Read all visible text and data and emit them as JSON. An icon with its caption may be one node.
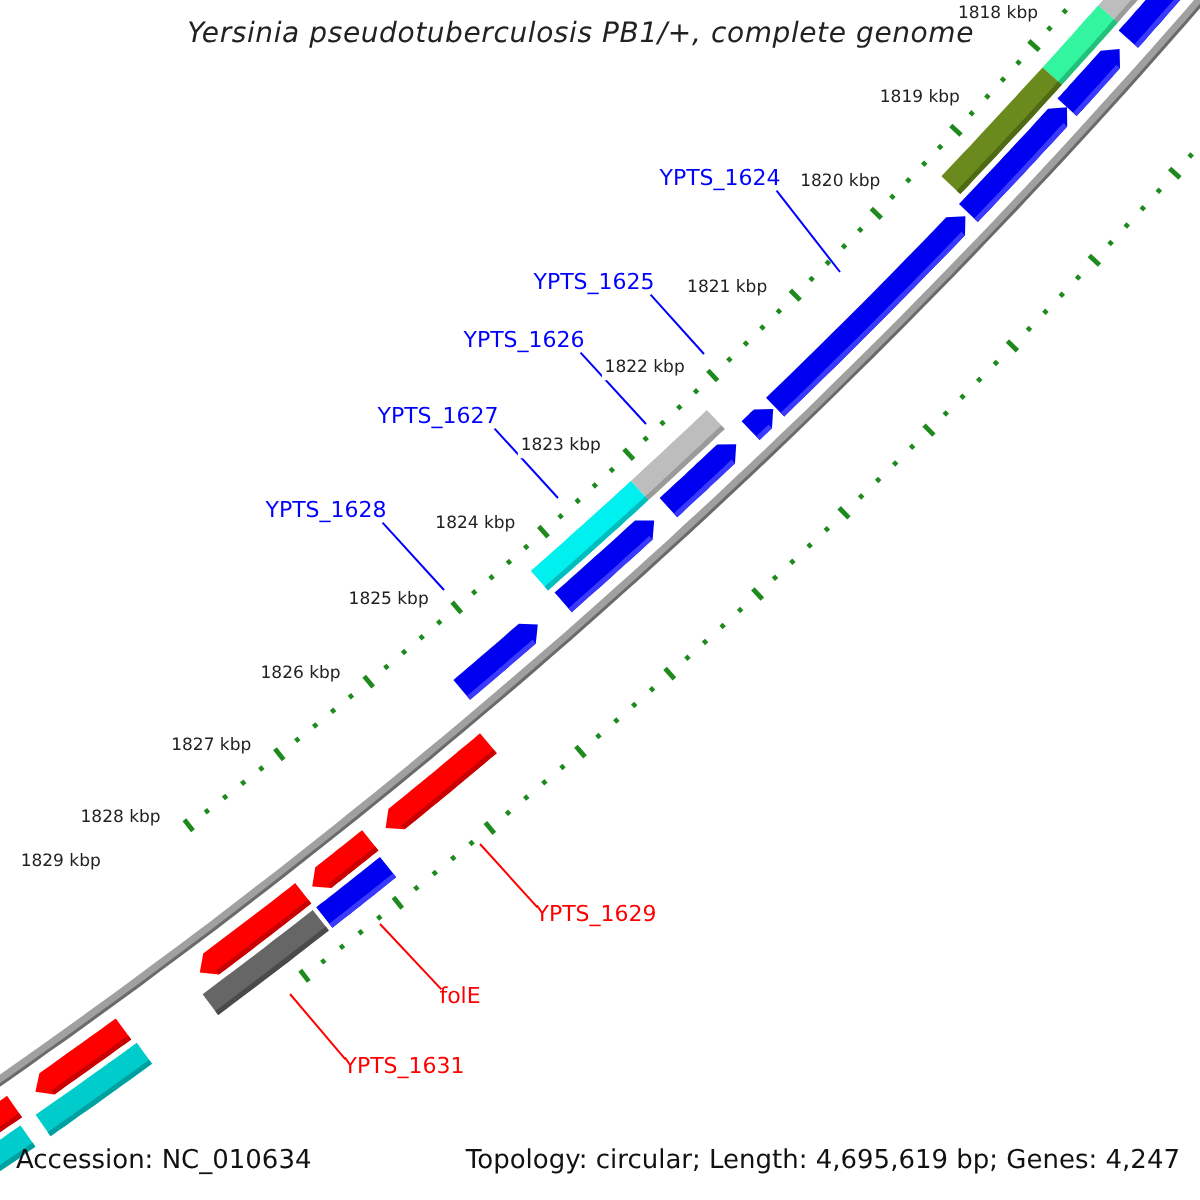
{
  "diagram": {
    "title": "Yersinia pseudotuberculosis PB1/+, complete genome",
    "nodes": [
      {
        "text": [
          "YPTS_1624"
        ]
      },
      {
        "text": [
          "YPTS_1625"
        ]
      },
      {
        "text": [
          "YPTS_1626"
        ]
      },
      {
        "text": [
          "YPTS_1627"
        ]
      },
      {
        "text": [
          "YPTS_1628"
        ]
      },
      {
        "text": [
          "YPTS_1629"
        ]
      },
      {
        "text": [
          "folE"
        ]
      },
      {
        "text": [
          "YPTS_1631"
        ]
      }
    ],
    "edges": [
      {
        "from": 0,
        "to": null,
        "arrow": "none"
      },
      {
        "from": 1,
        "to": null,
        "arrow": "none"
      },
      {
        "from": 2,
        "to": null,
        "arrow": "none"
      },
      {
        "from": 3,
        "to": null,
        "arrow": "none"
      },
      {
        "from": 4,
        "to": null,
        "arrow": "none"
      },
      {
        "from": 5,
        "to": null,
        "arrow": "none",
        "color": "#ff0000"
      },
      {
        "from": 6,
        "to": null,
        "arrow": "none",
        "color": "#ff0000"
      },
      {
        "from": 7,
        "to": null,
        "arrow": "none",
        "color": "#ff0000"
      }
    ],
    "labels": [
      "1818 kbp",
      "1819 kbp",
      "1820 kbp",
      "1821 kbp",
      "1822 kbp",
      "1823 kbp",
      "1824 kbp",
      "1825 kbp",
      "1826 kbp",
      "1827 kbp",
      "1828 kbp",
      "1829 kbp",
      "Accession: NC_010634",
      "Topology: circular; Length: 4,695,619 bp; Genes: 4,247"
    ]
  }
}
